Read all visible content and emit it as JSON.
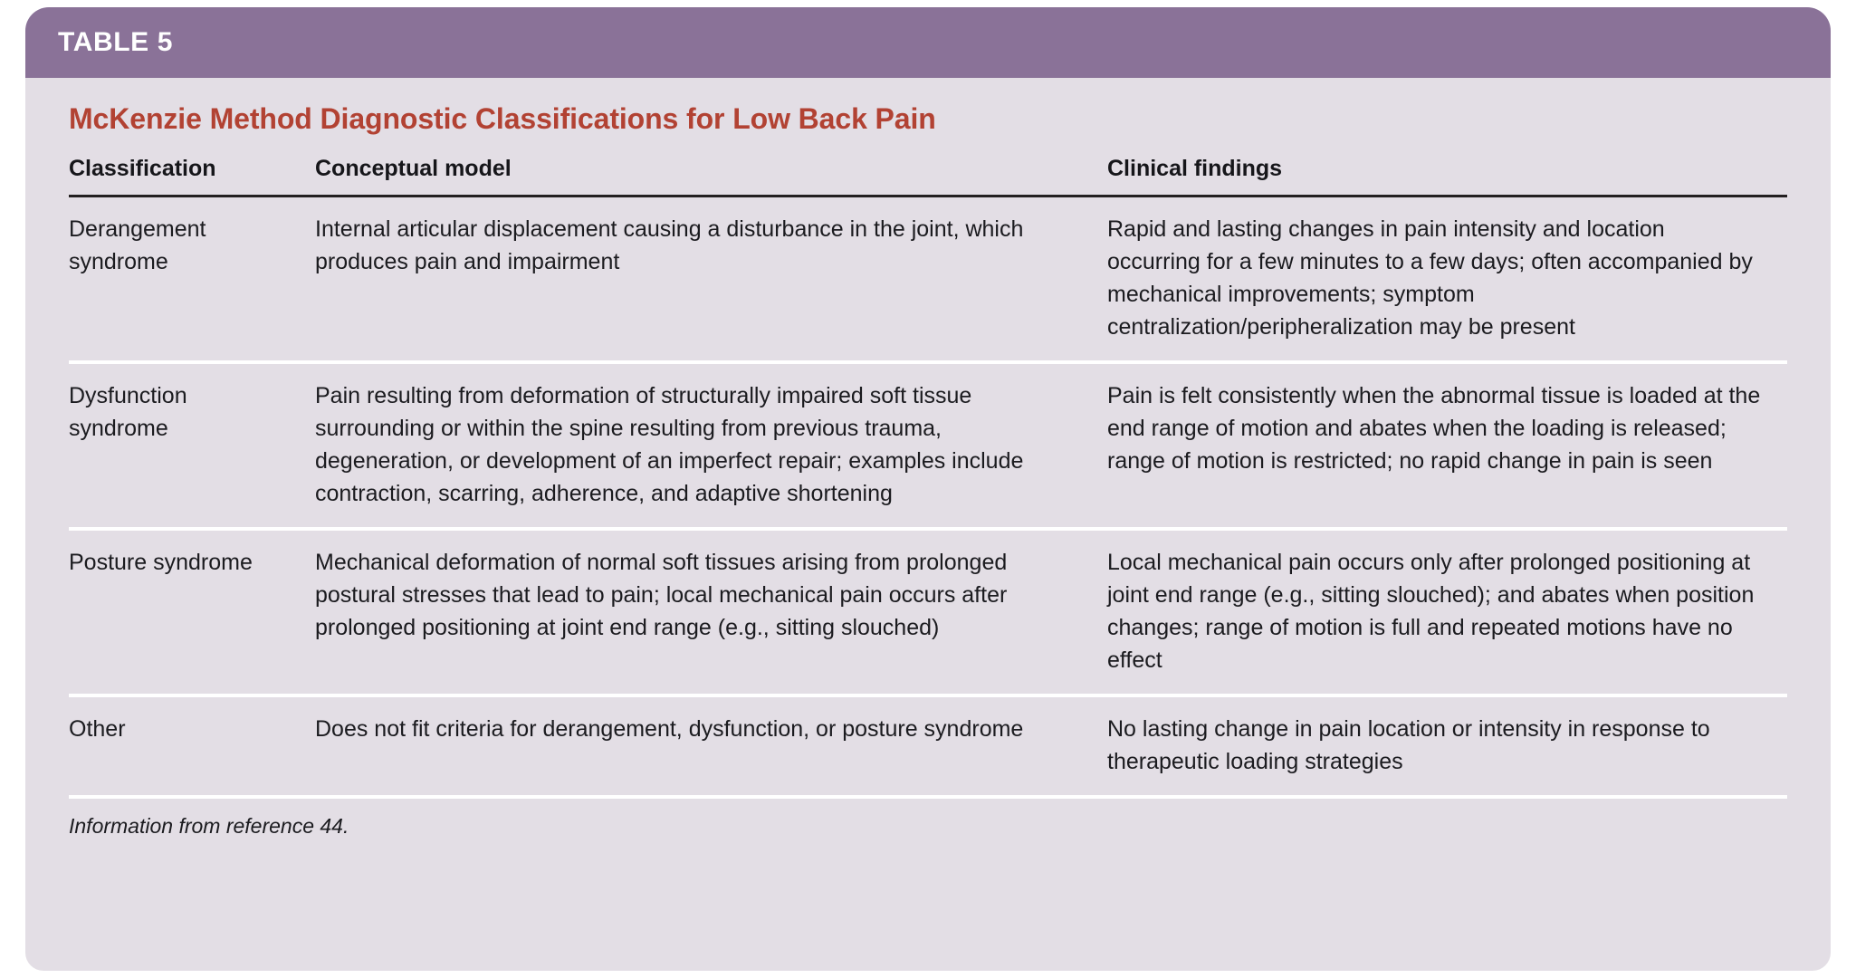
{
  "banner": {
    "label": "TABLE 5"
  },
  "title": "McKenzie Method Diagnostic Classifications for Low Back Pain",
  "colors": {
    "banner_purple": "#8a7298",
    "card_background": "#e3dee5",
    "title_red": "#b24233",
    "text_black": "#1b1b1f",
    "rule_dark": "#231f20",
    "row_separator_white": "#ffffff"
  },
  "columns": [
    {
      "key": "classification",
      "label": "Classification"
    },
    {
      "key": "conceptual_model",
      "label": "Conceptual model"
    },
    {
      "key": "clinical_findings",
      "label": "Clinical findings"
    }
  ],
  "rows": [
    {
      "classification": "Derangement syndrome",
      "conceptual_model": "Internal articular displacement causing a disturbance in the joint, which produces pain and impairment",
      "clinical_findings": "Rapid and lasting changes in pain intensity and location occurring for a few minutes to a few days; often accompanied by mechanical improvements; symptom centralization/peripheralization may be present"
    },
    {
      "classification": "Dysfunction syndrome",
      "conceptual_model": "Pain resulting from deformation of structurally impaired soft tissue surrounding or within the spine resulting from previous trauma, degeneration, or development of an imperfect repair; examples include contraction, scarring, adherence, and adaptive shortening",
      "clinical_findings": "Pain is felt consistently when the abnormal tissue is loaded at the end range of motion and abates when the loading is released; range of motion is restricted; no rapid change in pain is seen"
    },
    {
      "classification": "Posture syndrome",
      "conceptual_model": "Mechanical deformation of normal soft tissues arising from prolonged postural stresses that lead to pain; local mechanical pain occurs after prolonged positioning at joint end range (e.g., sitting slouched)",
      "clinical_findings": "Local mechanical pain occurs only after prolonged positioning at joint end range (e.g., sitting slouched); and abates when position changes; range of motion is full and repeated motions have no effect"
    },
    {
      "classification": "Other",
      "conceptual_model": "Does not fit criteria for derangement, dysfunction, or posture syndrome",
      "clinical_findings": "No lasting change in pain location or intensity in response to therapeutic loading strategies"
    }
  ],
  "footnote": "Information from reference 44."
}
